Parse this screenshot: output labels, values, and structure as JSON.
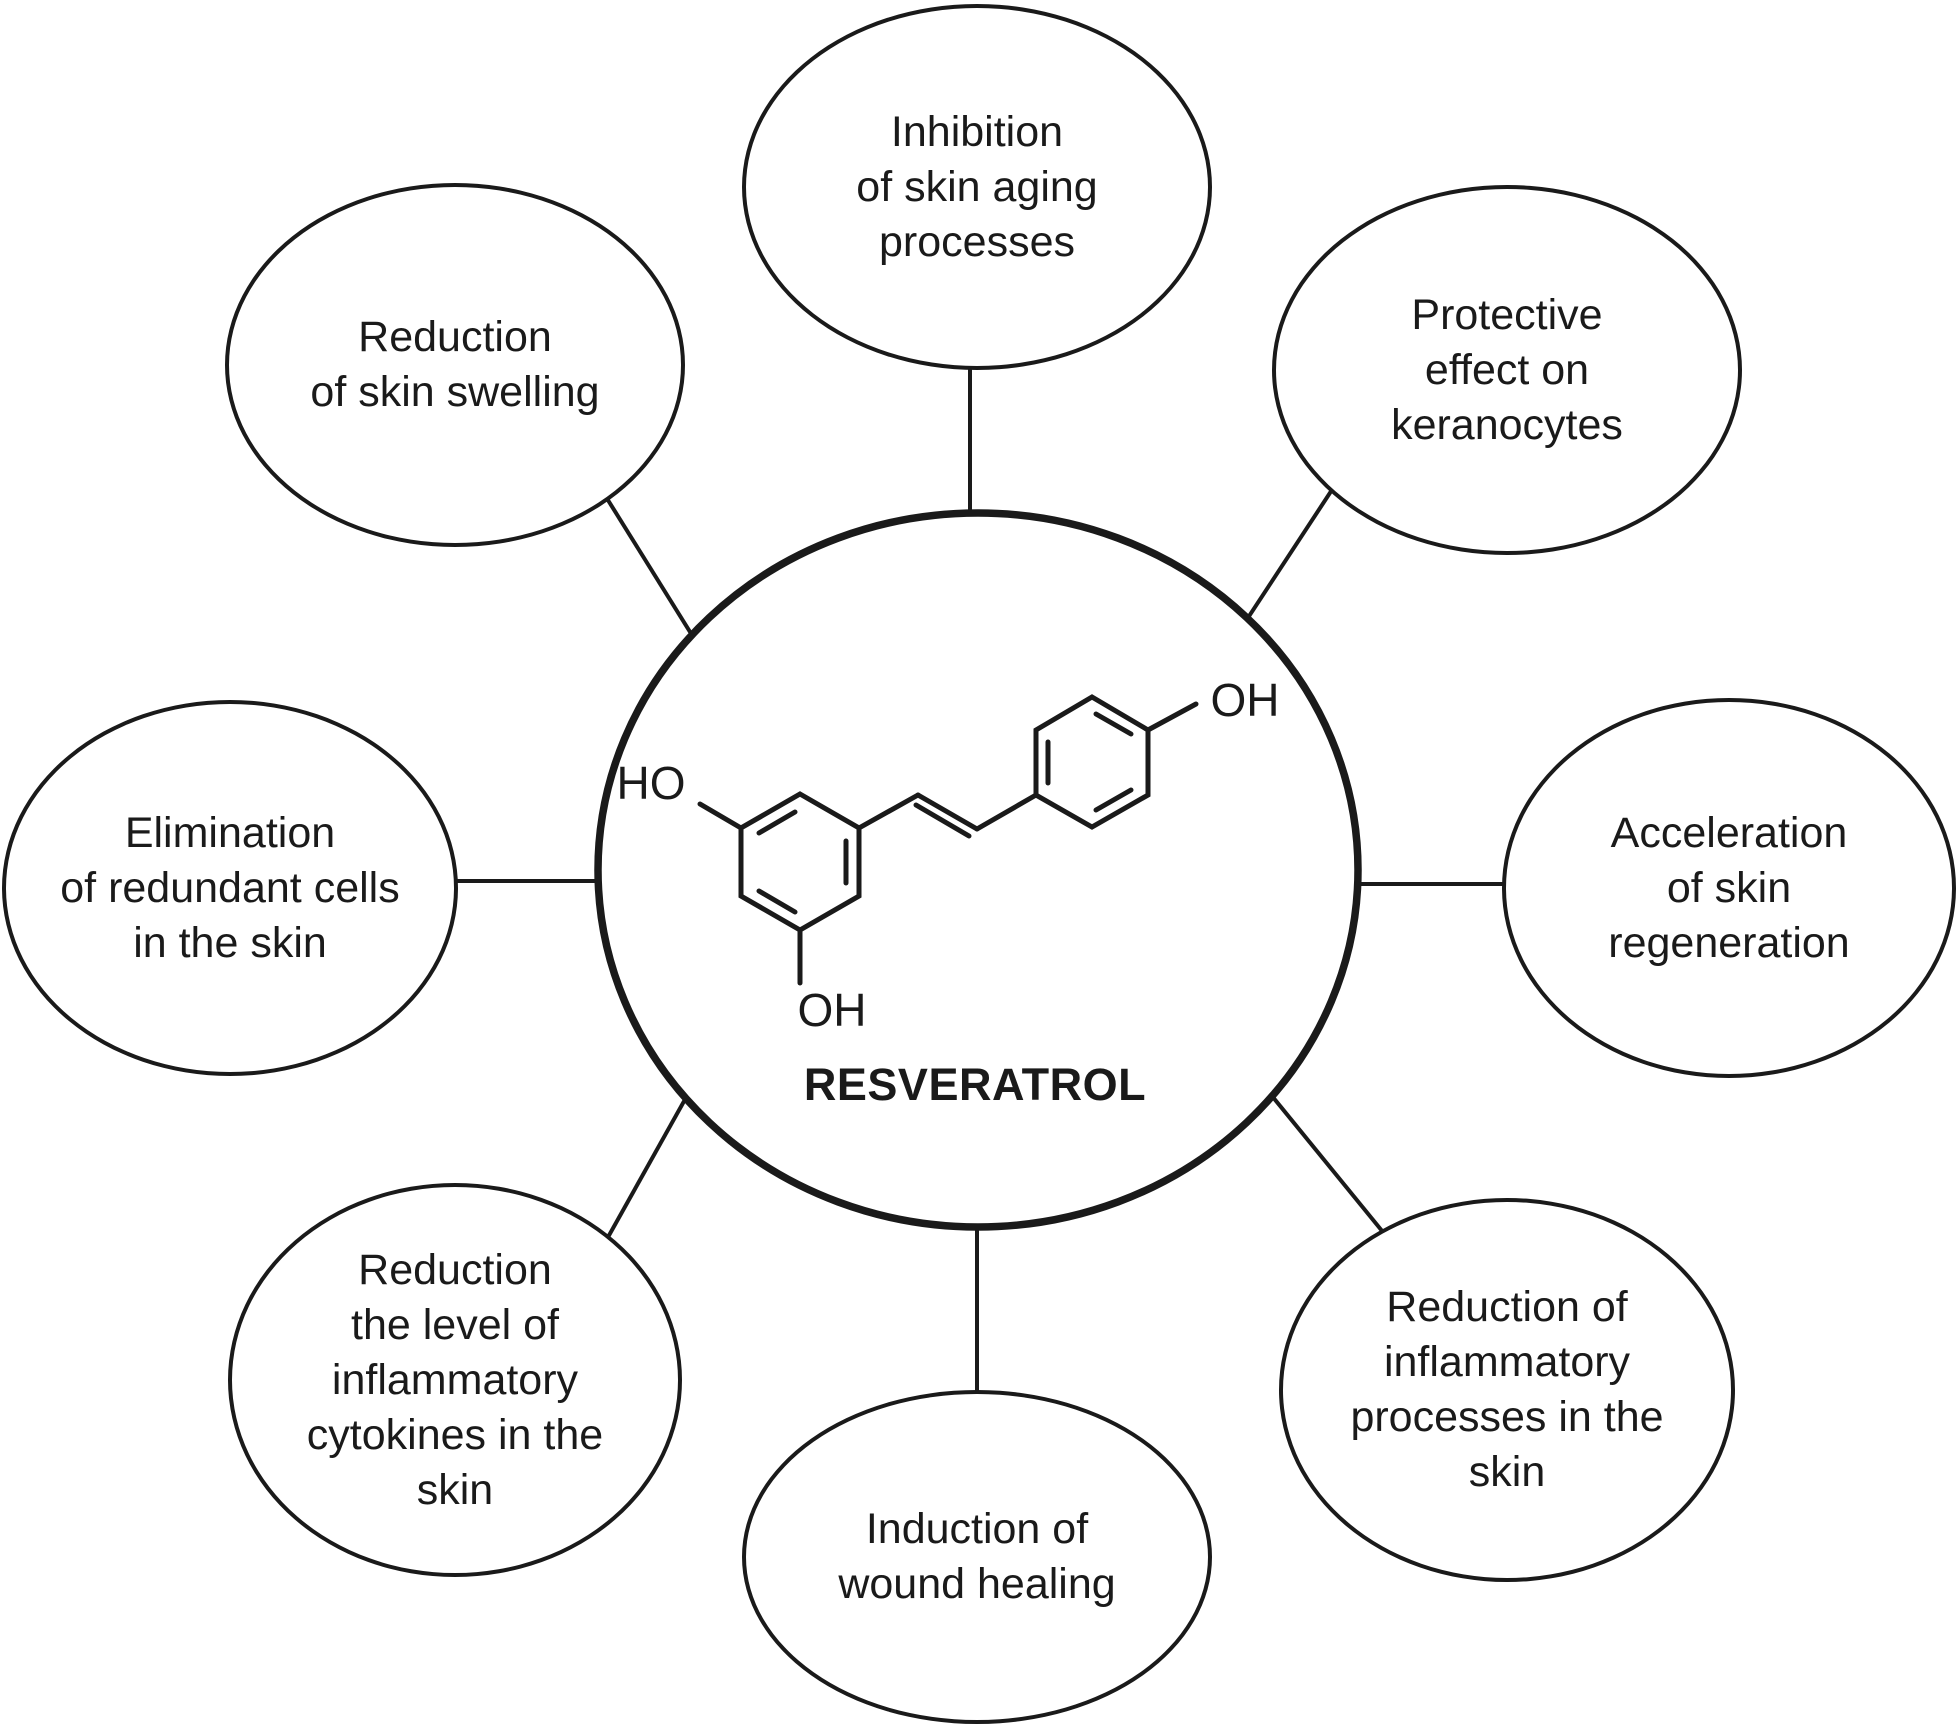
{
  "diagram": {
    "center": {
      "title": "RESVERATROL",
      "molecule_labels": {
        "ho_left": "HO",
        "oh_bottom": "OH",
        "oh_right": "OH"
      }
    },
    "nodes": [
      {
        "id": "inhibition-skin-aging",
        "label": "Inhibition\nof skin aging\nprocesses"
      },
      {
        "id": "reduction-skin-swelling",
        "label": "Reduction\nof skin swelling"
      },
      {
        "id": "protective-effect-keranocytes",
        "label": "Protective\neffect on\nkeranocytes"
      },
      {
        "id": "elimination-redundant-cells",
        "label": "Elimination\nof redundant cells\nin the skin"
      },
      {
        "id": "acceleration-skin-regeneration",
        "label": "Acceleration\nof skin\nregeneration"
      },
      {
        "id": "reduction-inflammatory-cytokines",
        "label": "Reduction\nthe level of\ninflammatory\ncytokines in the\nskin"
      },
      {
        "id": "induction-wound-healing",
        "label": "Induction of\nwound healing"
      },
      {
        "id": "reduction-inflammatory-processes",
        "label": "Reduction of\ninflammatory\nprocesses in the\nskin"
      }
    ],
    "colors": {
      "ink": "#1a1a1a",
      "background": "#ffffff"
    }
  }
}
